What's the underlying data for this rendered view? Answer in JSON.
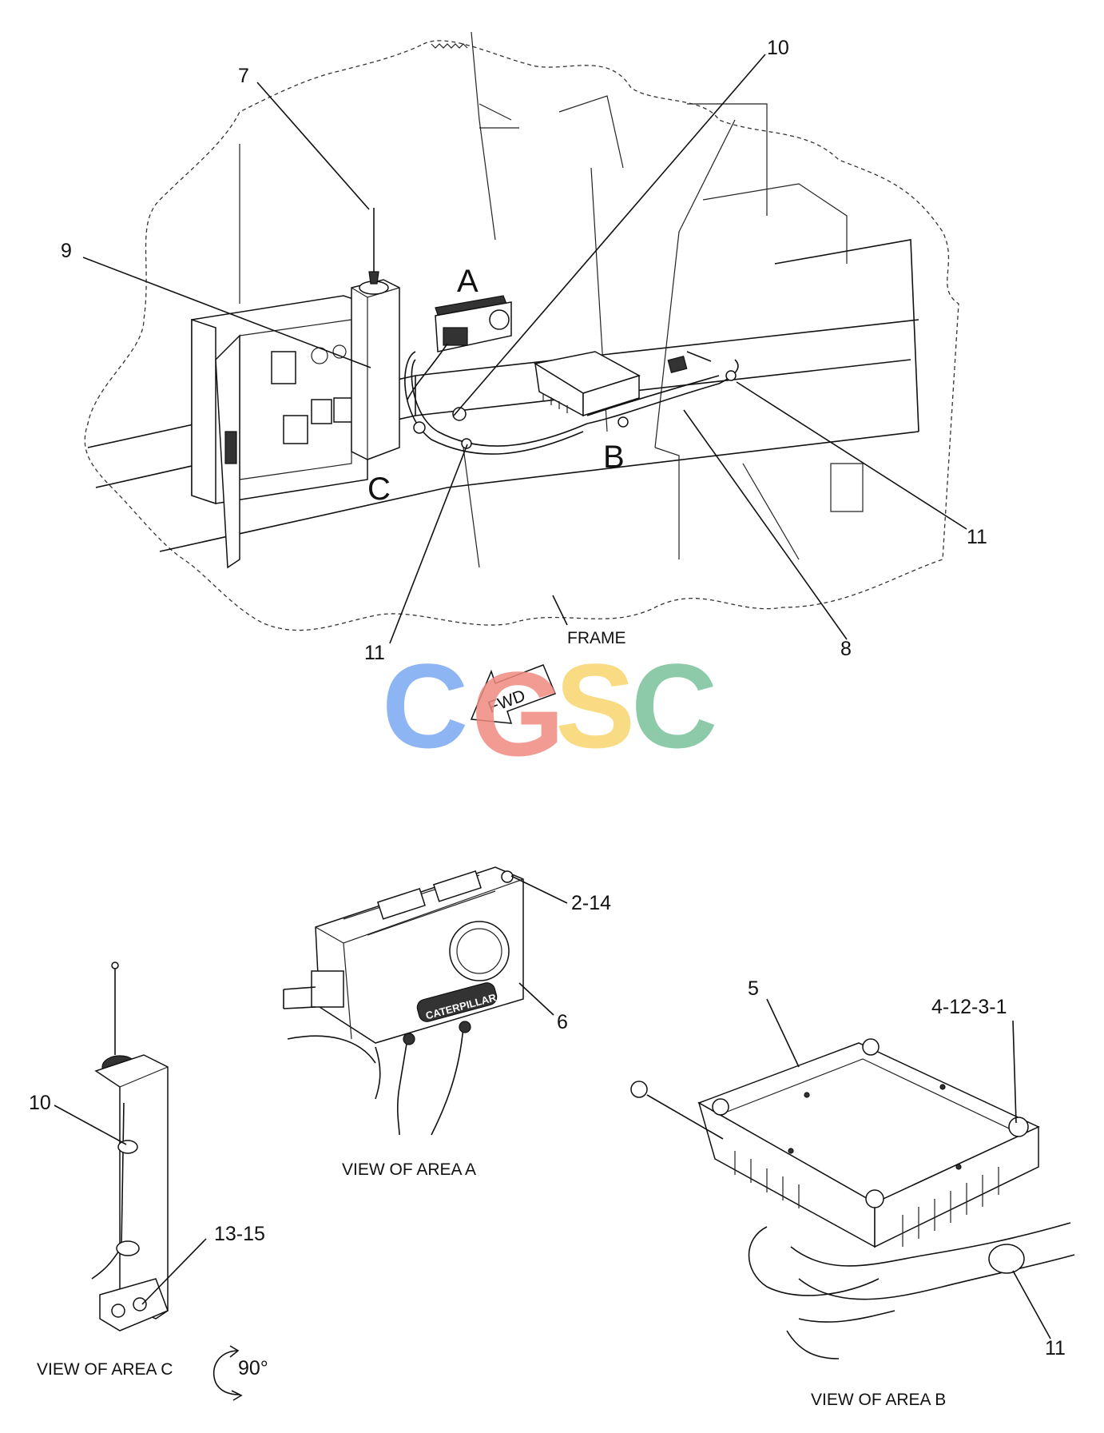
{
  "callouts": {
    "c7": "7",
    "c10_top": "10",
    "c9": "9",
    "c11_right": "11",
    "c11_bottom": "11",
    "c8": "8",
    "c2_14": "2-14",
    "c6": "6",
    "c5": "5",
    "c4_12_3_1": "4-12-3-1",
    "c10_left": "10",
    "c13_15": "13-15",
    "c11_viewb": "11"
  },
  "area_letters": {
    "a": "A",
    "b": "B",
    "c": "C"
  },
  "labels": {
    "frame": "FRAME",
    "fwd": "FWD",
    "view_a": "VIEW OF AREA A",
    "view_b": "VIEW OF AREA B",
    "view_c": "VIEW OF AREA C",
    "rotation": "90°"
  },
  "watermark": {
    "letters": [
      "C",
      "G",
      "S",
      "C"
    ],
    "colors": [
      "#7aa7f2",
      "#f08a80",
      "#f7d56e",
      "#79c19c"
    ]
  },
  "product_badge": "CATERPILLAR"
}
